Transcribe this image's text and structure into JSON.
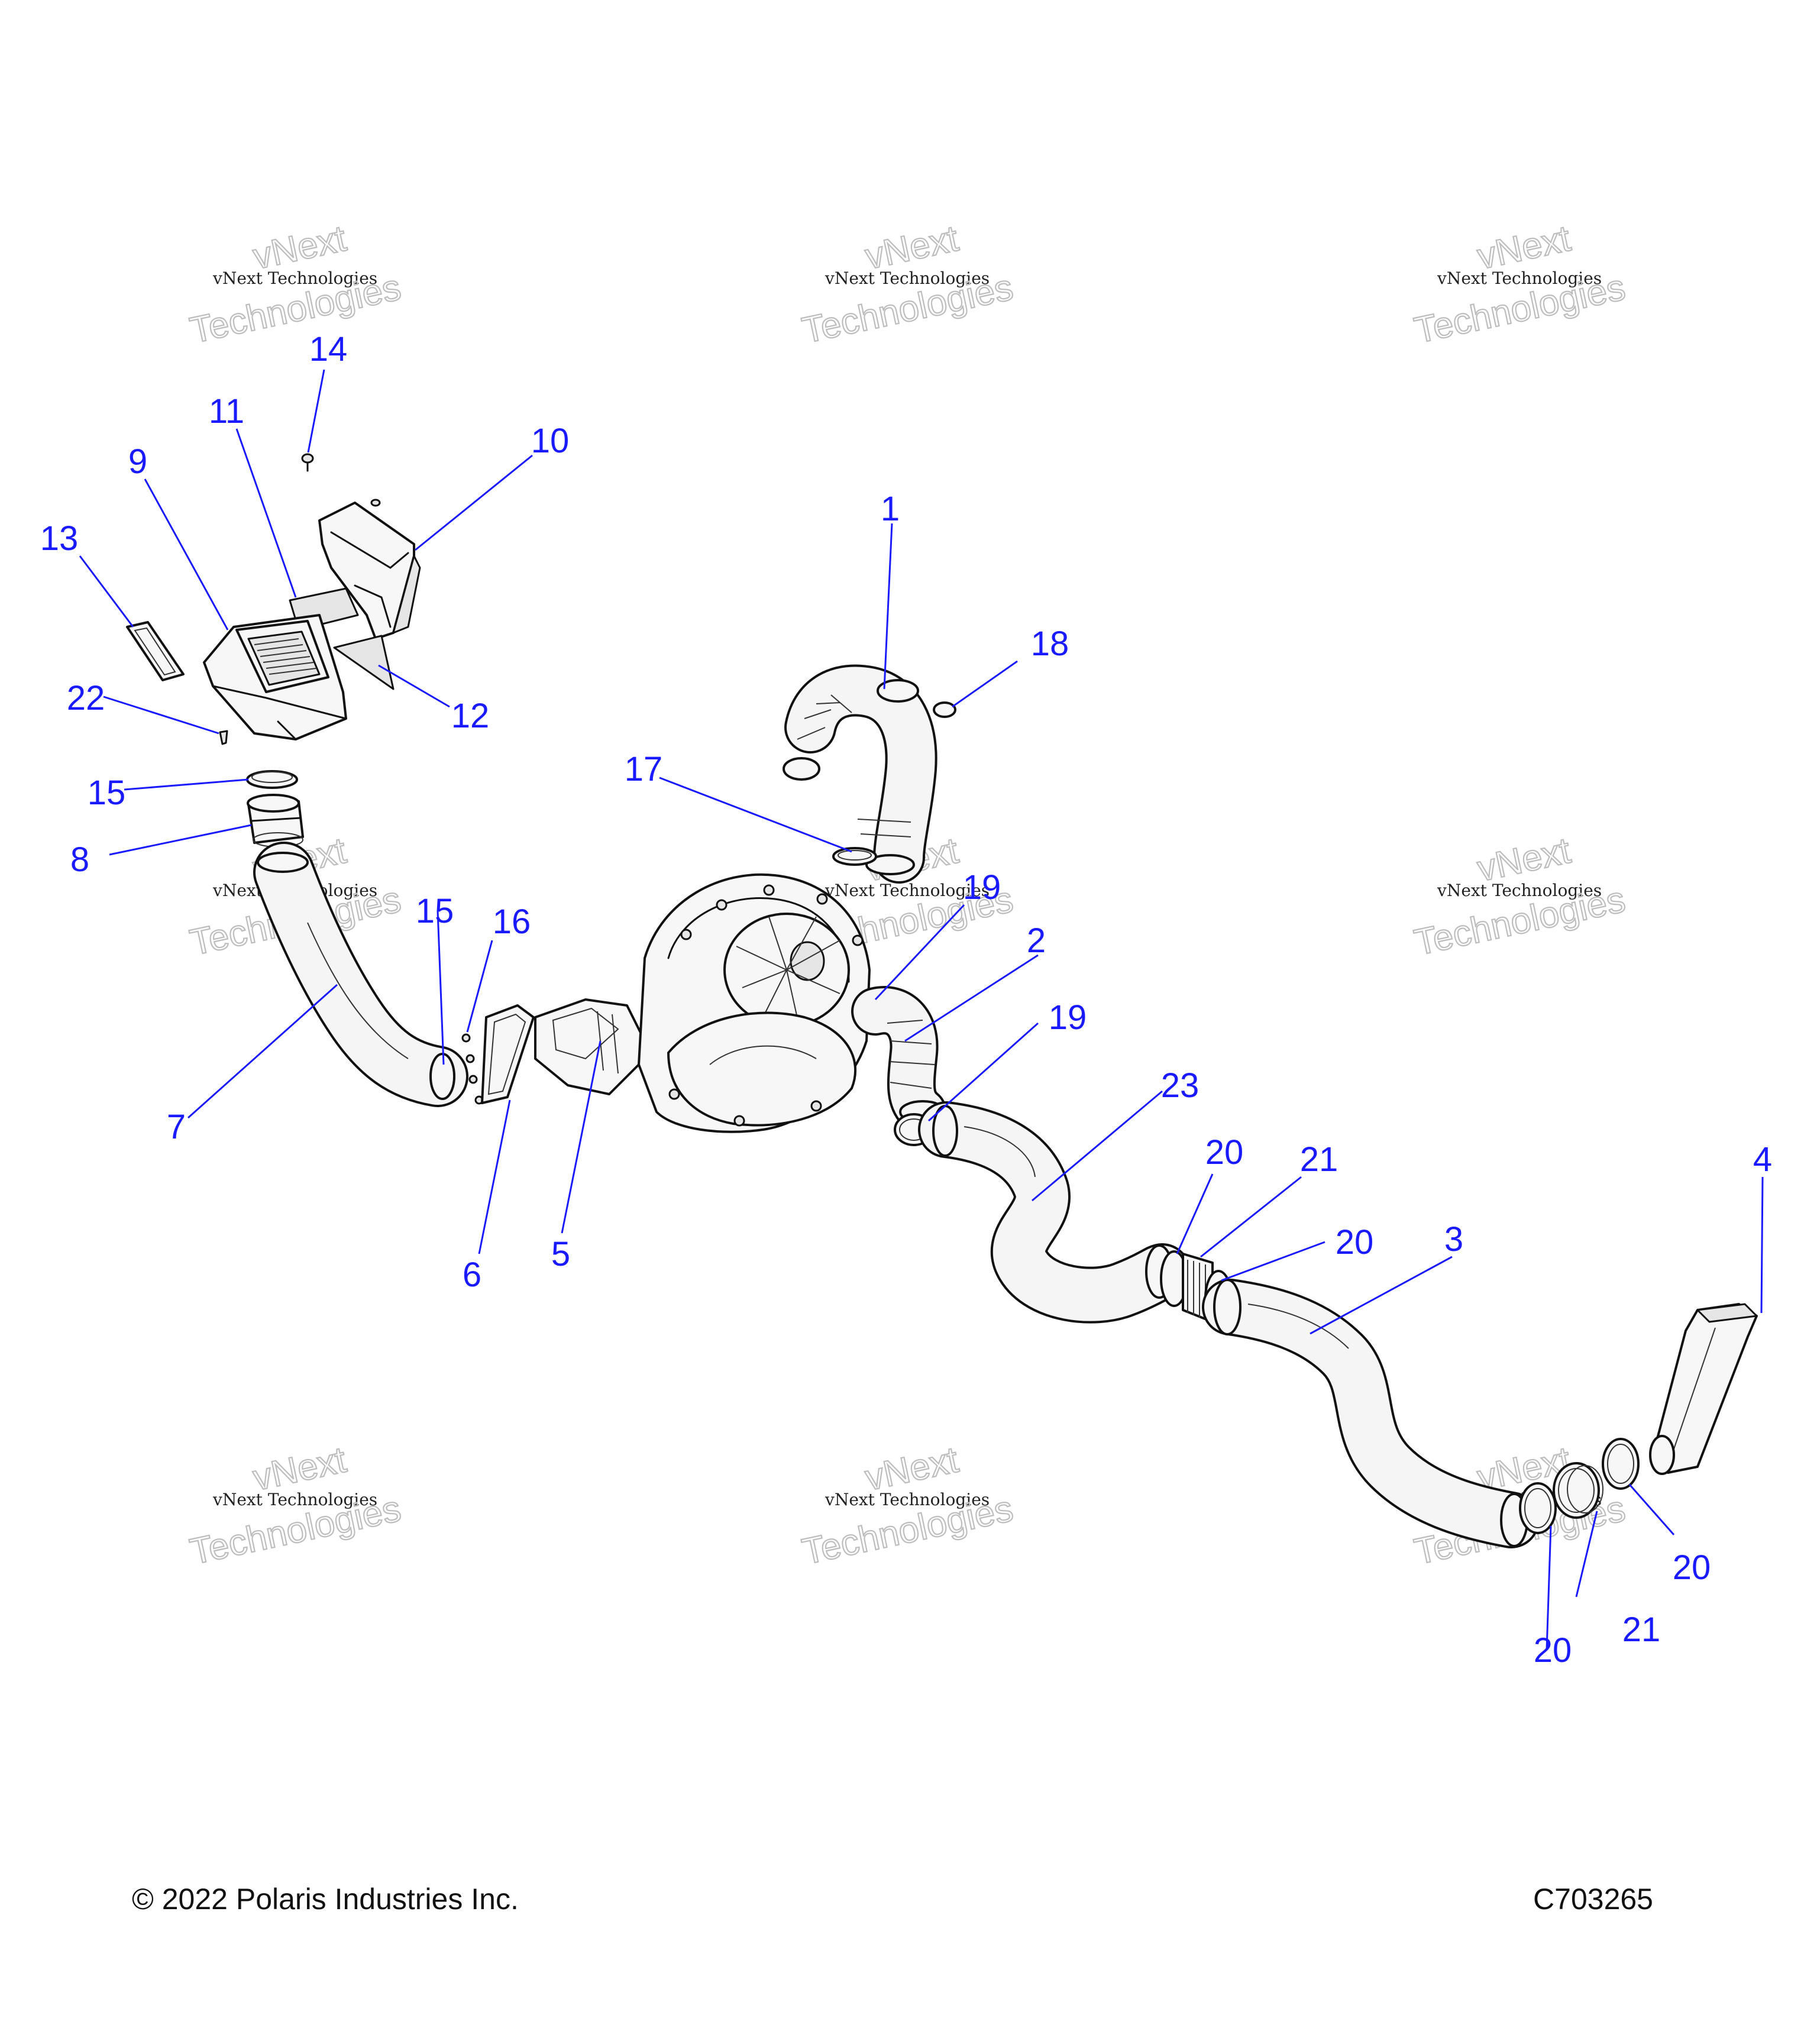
{
  "callouts": {
    "c1": "1",
    "c2": "2",
    "c3": "3",
    "c4": "4",
    "c5": "5",
    "c6": "6",
    "c7": "7",
    "c8": "8",
    "c9": "9",
    "c10": "10",
    "c11": "11",
    "c12": "12",
    "c13": "13",
    "c14": "14",
    "c15a": "15",
    "c15b": "15",
    "c16": "16",
    "c17": "17",
    "c18": "18",
    "c19a": "19",
    "c19b": "19",
    "c20a": "20",
    "c20b": "20",
    "c20c": "20",
    "c20d": "20",
    "c21a": "21",
    "c21b": "21",
    "c22": "22",
    "c23": "23"
  },
  "watermark": {
    "line1": "vNext",
    "line2": "vNext Technologies",
    "line3": "Technologies"
  },
  "footer": {
    "copyright": "© 2022 Polaris Industries Inc.",
    "code": "C703265"
  },
  "colors": {
    "callout": "#1a1aff",
    "linework": "#111111"
  }
}
